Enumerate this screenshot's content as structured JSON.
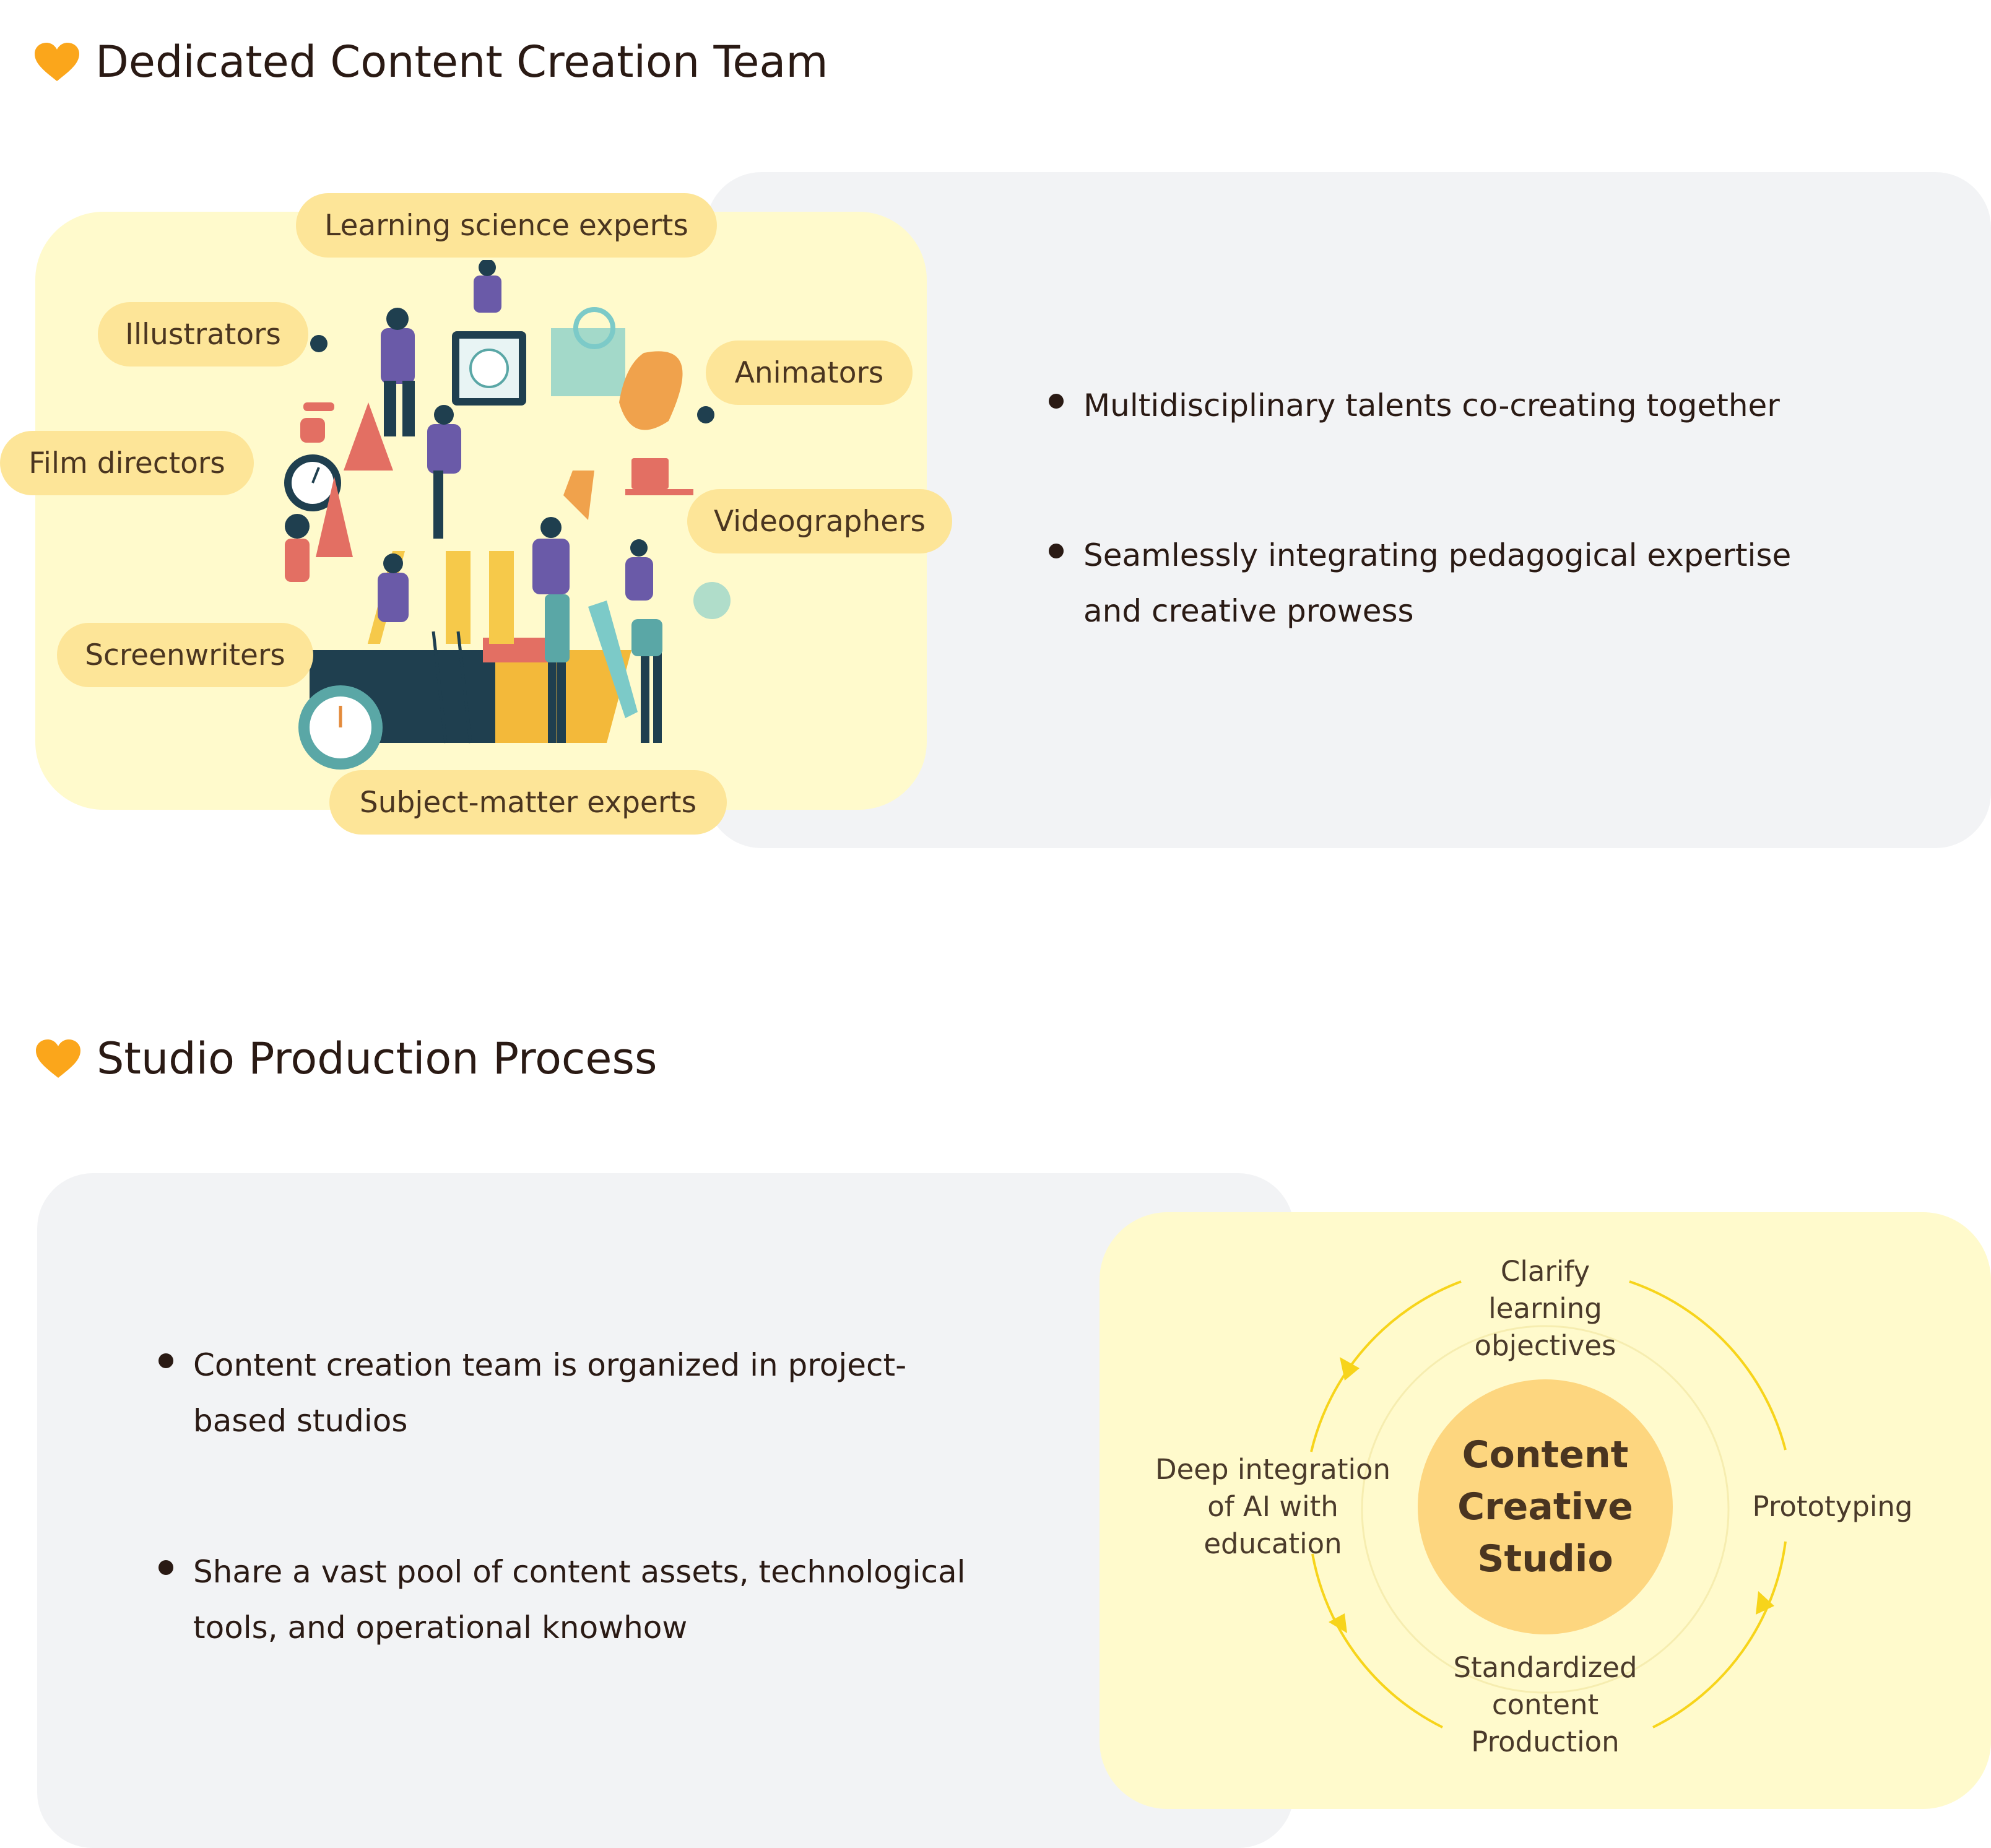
{
  "section1": {
    "heading": "Dedicated Content Creation Team",
    "roles": [
      "Learning science experts",
      "Illustrators",
      "Animators",
      "Film directors",
      "Videographers",
      "Screenwriters",
      "Subject-matter experts"
    ],
    "bullets": [
      "Multidisciplinary talents co-creating together",
      "Seamlessly integrating pedagogical expertise and creative prowess"
    ]
  },
  "section2": {
    "heading": "Studio Production Process",
    "bullets": [
      "Content creation team is organized in project-based studios",
      "Share a vast pool of content assets, technological tools, and operational knowhow"
    ],
    "cycle": {
      "center": "Content Creative Studio",
      "steps": [
        "Clarify learning objectives",
        "Prototyping",
        "Standardized content Production",
        "Deep integration of AI with education"
      ]
    }
  },
  "colors": {
    "accent": "#fba61b",
    "panel_yellow": "#fffacc",
    "panel_gray": "#f2f3f5",
    "pill": "#fde598",
    "cycle_ring": "#f7d41b",
    "center_circle": "#fdd67f"
  },
  "icons": [
    "heart-icon",
    "team-illustration",
    "arrow-icon"
  ]
}
